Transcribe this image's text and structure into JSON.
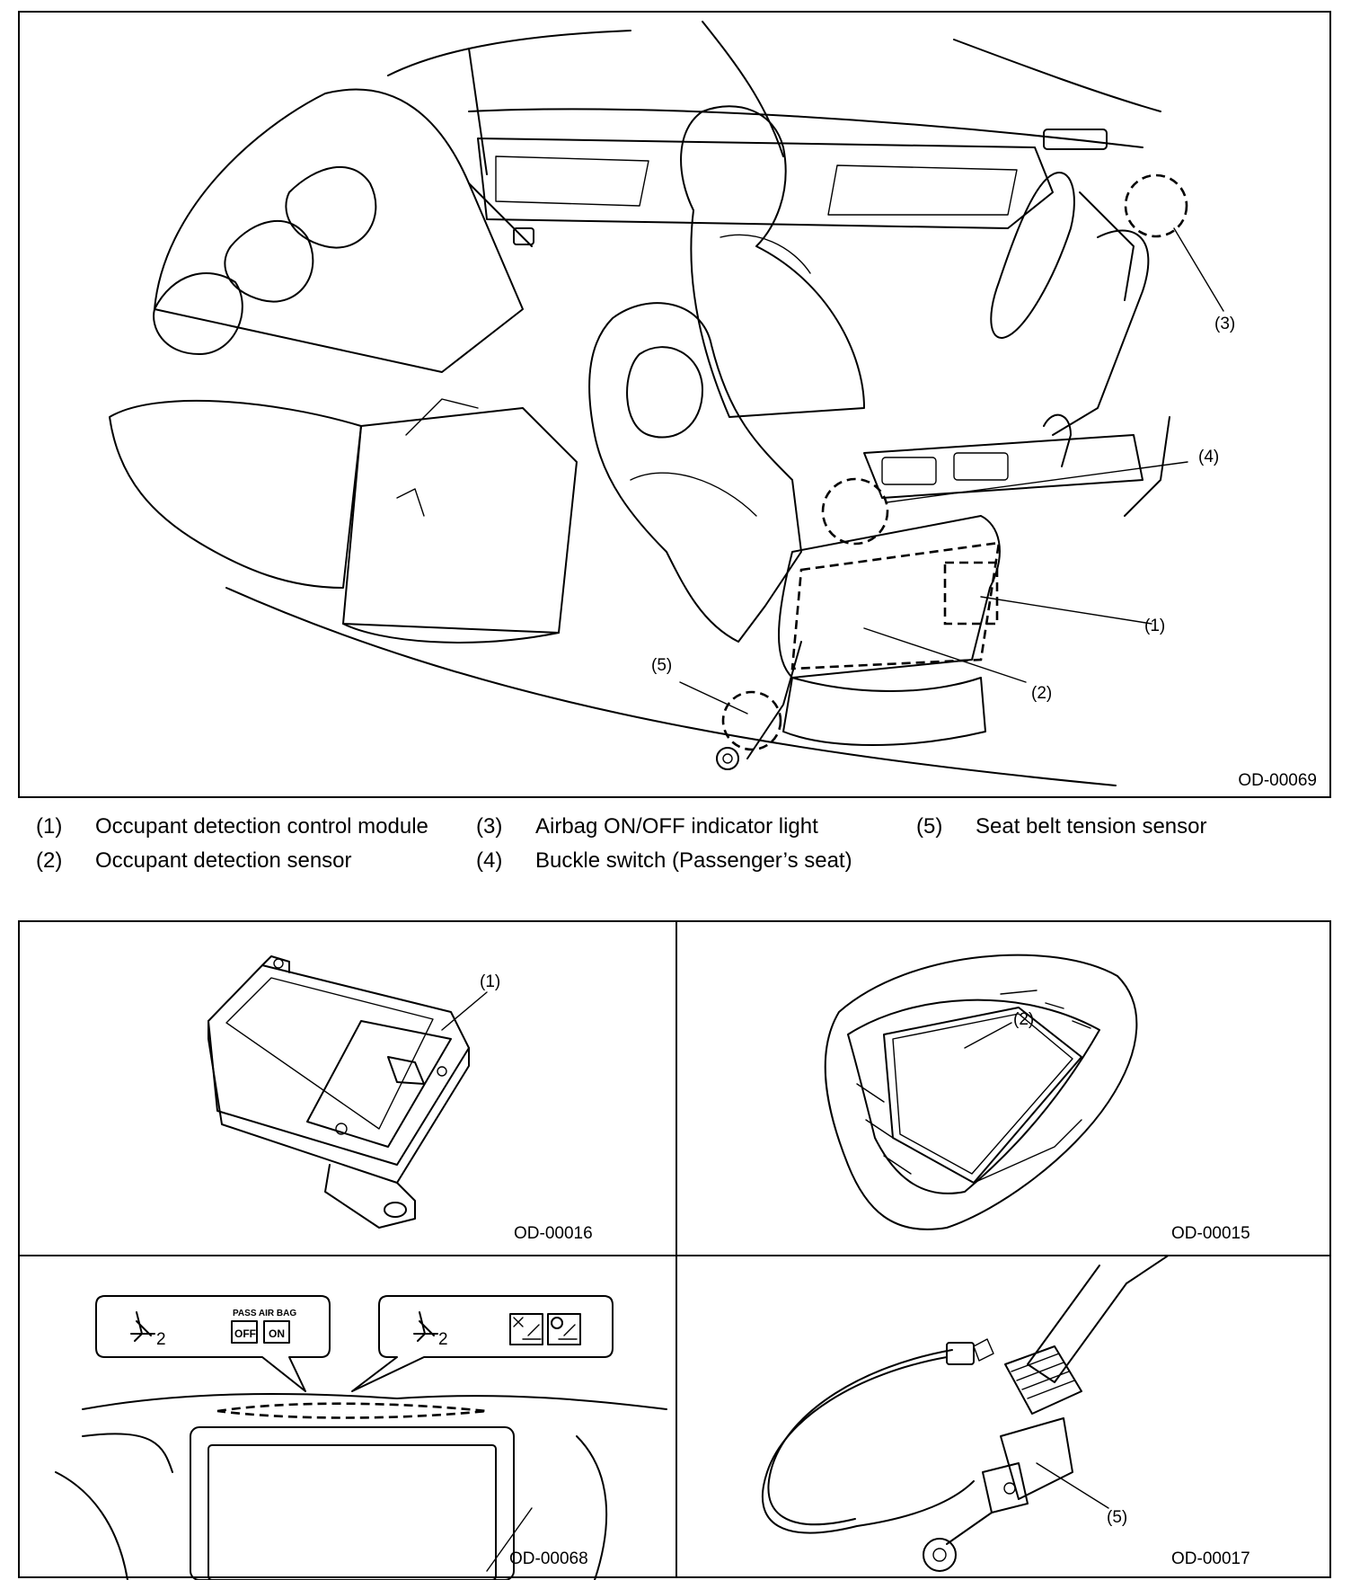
{
  "main_figure": {
    "code": "OD-00069",
    "callouts": [
      "(1)",
      "(2)",
      "(3)",
      "(4)",
      "(5)"
    ]
  },
  "legend": [
    {
      "num": "(1)",
      "text": "Occupant detection control module"
    },
    {
      "num": "(2)",
      "text": "Occupant detection sensor"
    },
    {
      "num": "(3)",
      "text": "Airbag ON/OFF indicator light"
    },
    {
      "num": "(4)",
      "text": "Buckle switch (Passenger’s seat)"
    },
    {
      "num": "(5)",
      "text": "Seat belt tension sensor"
    }
  ],
  "panels": [
    {
      "code": "OD-00016",
      "callout": "(1)"
    },
    {
      "code": "OD-00015",
      "callout": "(2)"
    },
    {
      "code": "OD-00068",
      "indicator": {
        "left_label_top": "PASS AIR BAG",
        "off": "OFF",
        "on": "ON",
        "digit": "2"
      }
    },
    {
      "code": "OD-00017",
      "callout": "(5)"
    }
  ]
}
